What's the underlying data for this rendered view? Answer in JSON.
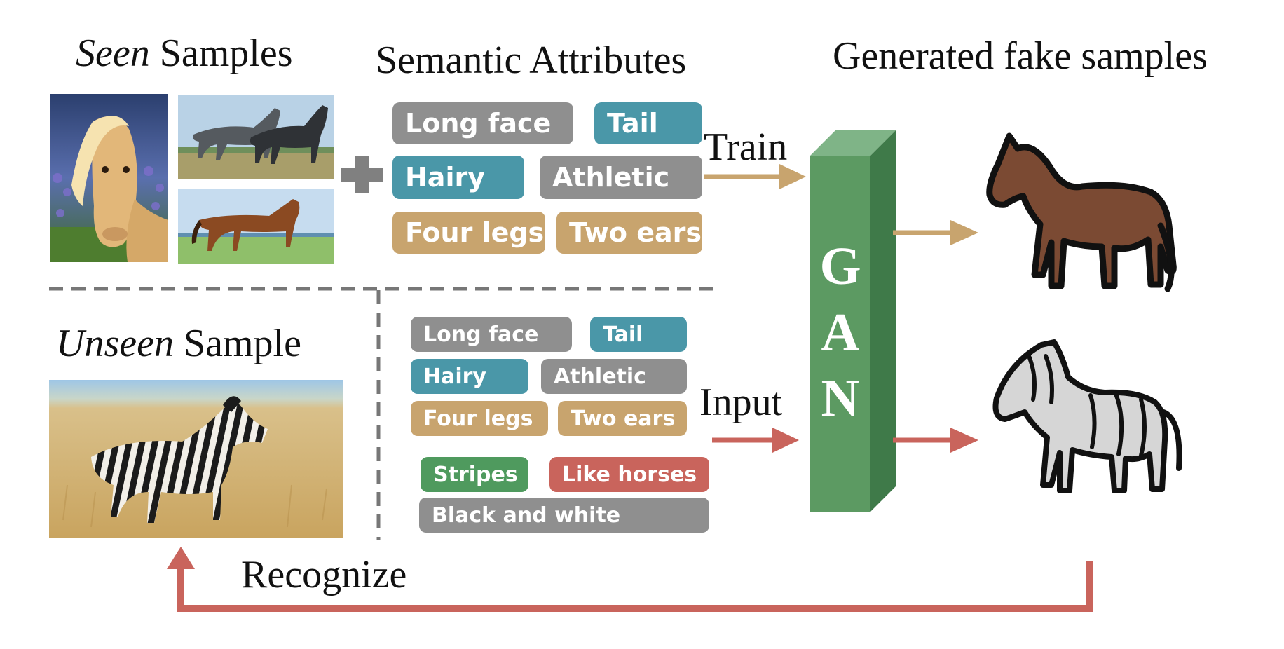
{
  "headings": {
    "seen_italic": "Seen",
    "seen_rest": " Samples",
    "semantic": "Semantic Attributes",
    "generated": "Generated fake samples",
    "unseen_italic": "Unseen",
    "unseen_rest": " Sample"
  },
  "seen_attributes": [
    {
      "label": "Long face",
      "color": "#8f8f8f"
    },
    {
      "label": "Tail",
      "color": "#4a97a8"
    },
    {
      "label": "Hairy",
      "color": "#4a97a8"
    },
    {
      "label": "Athletic",
      "color": "#8f8f8f"
    },
    {
      "label": "Four legs",
      "color": "#c8a46e"
    },
    {
      "label": "Two ears",
      "color": "#c8a46e"
    }
  ],
  "unseen_attributes": [
    {
      "label": "Long face",
      "color": "#8f8f8f"
    },
    {
      "label": "Tail",
      "color": "#4a97a8"
    },
    {
      "label": "Hairy",
      "color": "#4a97a8"
    },
    {
      "label": "Athletic",
      "color": "#8f8f8f"
    },
    {
      "label": "Four legs",
      "color": "#c8a46e"
    },
    {
      "label": "Two ears",
      "color": "#c8a46e"
    },
    {
      "label": "Stripes",
      "color": "#4f9a5e"
    },
    {
      "label": "Like horses",
      "color": "#c9645c"
    },
    {
      "label": "Black and white",
      "color": "#8f8f8f"
    }
  ],
  "arrows": {
    "train": "Train",
    "input": "Input",
    "recognize": "Recognize"
  },
  "gan": {
    "letters": [
      "G",
      "A",
      "N"
    ],
    "color": "#5c9a62"
  },
  "colors": {
    "train_arrow": "#c8a46e",
    "input_arrow": "#c9645c",
    "divider": "#777777"
  }
}
